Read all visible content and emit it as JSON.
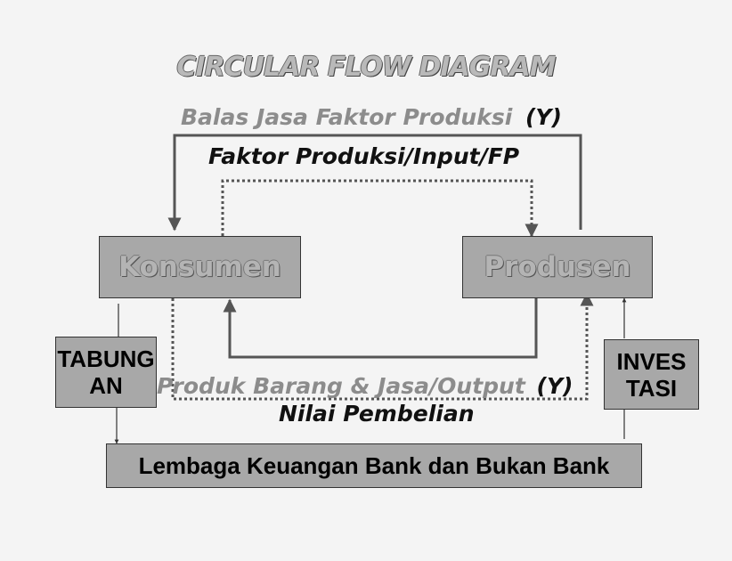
{
  "title": "CIRCULAR FLOW DIAGRAM",
  "labels": {
    "balas_jasa": "Balas Jasa Faktor Produksi",
    "balas_jasa_y": "(Y)",
    "faktor_produksi": "Faktor Produksi/Input/FP",
    "produk_barang": "Produk Barang & Jasa/Output",
    "produk_barang_y": "(Y)",
    "nilai_pembelian": "Nilai  Pembelian"
  },
  "boxes": {
    "konsumen": "Konsumen",
    "produsen": "Produsen",
    "tabungan_line1": "TABUNG",
    "tabungan_line2": "AN",
    "investasi_line1": "INVES",
    "investasi_line2": "TASI",
    "bank": "Lembaga Keuangan Bank dan Bukan Bank"
  },
  "colors": {
    "box_fill": "#a8a8a8",
    "label_grey": "#8c8c8c",
    "arrow": "#555555"
  }
}
